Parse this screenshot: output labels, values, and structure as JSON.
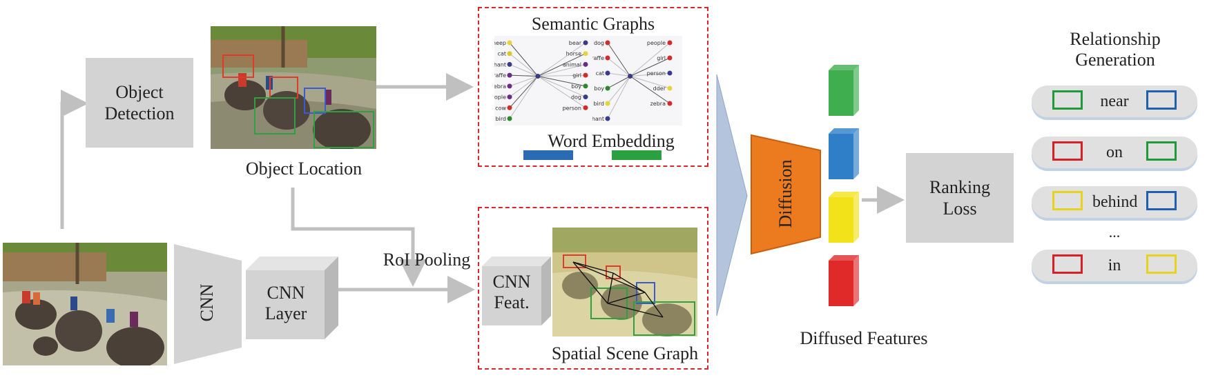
{
  "labels": {
    "object_detection": "Object Detection",
    "object_location": "Object Location",
    "semantic_graphs": "Semantic Graphs",
    "word_embedding": "Word Embedding",
    "roi_pooling": "RoI Pooling",
    "cnn": "CNN",
    "cnn_layer": "CNN Layer",
    "cnn_feat": "CNN Feat.",
    "spatial_scene_graph": "Spatial Scene Graph",
    "diffusion": "Diffusion",
    "diffused_features": "Diffused Features",
    "ranking_loss": "Ranking Loss",
    "relationship_generation": "Relationship Generation",
    "ellipsis": "..."
  },
  "graph_left_nodes": [
    {
      "label": "sheep",
      "color": "#e6d43a"
    },
    {
      "label": "bear",
      "color": "#3a3a8a"
    },
    {
      "label": "cat",
      "color": "#d9c82a"
    },
    {
      "label": "horse",
      "color": "#e6d43a"
    },
    {
      "label": "elephant",
      "color": "#3a3a8a"
    },
    {
      "label": "animal",
      "color": "#6a2a8a"
    },
    {
      "label": "giraffe",
      "color": "#6a2a8a"
    },
    {
      "label": "girl",
      "color": "#d42a2a"
    },
    {
      "label": "zebra",
      "color": "#6a2a8a"
    },
    {
      "label": "boy",
      "color": "#2a8a2a"
    },
    {
      "label": "people",
      "color": "#6a2a8a"
    },
    {
      "label": "dog",
      "color": "#3a3a8a"
    },
    {
      "label": "cow",
      "color": "#d42a2a"
    },
    {
      "label": "person",
      "color": "#d42a2a"
    },
    {
      "label": "bird",
      "color": "#2a8a2a"
    }
  ],
  "graph_right_nodes": [
    {
      "label": "dog",
      "color": "#d42a2a"
    },
    {
      "label": "people",
      "color": "#d42a2a"
    },
    {
      "label": "giraffe",
      "color": "#d42a2a"
    },
    {
      "label": "girl",
      "color": "#d42a2a"
    },
    {
      "label": "cat",
      "color": "#3a3a8a"
    },
    {
      "label": "person",
      "color": "#3a3a8a"
    },
    {
      "label": "boy",
      "color": "#2a8a2a"
    },
    {
      "label": "dder",
      "color": "#e6d43a"
    },
    {
      "label": "bird",
      "color": "#e6d43a"
    },
    {
      "label": "zebra",
      "color": "#d42a2a"
    },
    {
      "label": "elephant",
      "color": "#3a3a8a"
    }
  ],
  "relationships": [
    {
      "relation": "near",
      "subject_color": "#1e9a3a",
      "object_color": "#1f5fb0"
    },
    {
      "relation": "on",
      "subject_color": "#d91e26",
      "object_color": "#1e9a3a"
    },
    {
      "relation": "behind",
      "subject_color": "#e8d21a",
      "object_color": "#1f5fb0"
    },
    {
      "relation": "in",
      "subject_color": "#d91e26",
      "object_color": "#e8d21a"
    }
  ],
  "feature_colors": [
    "#3fae4f",
    "#2f7fc8",
    "#f2e21a",
    "#e02a2a"
  ],
  "embedding_colors": [
    "#2a6cb4",
    "#2aa040"
  ]
}
